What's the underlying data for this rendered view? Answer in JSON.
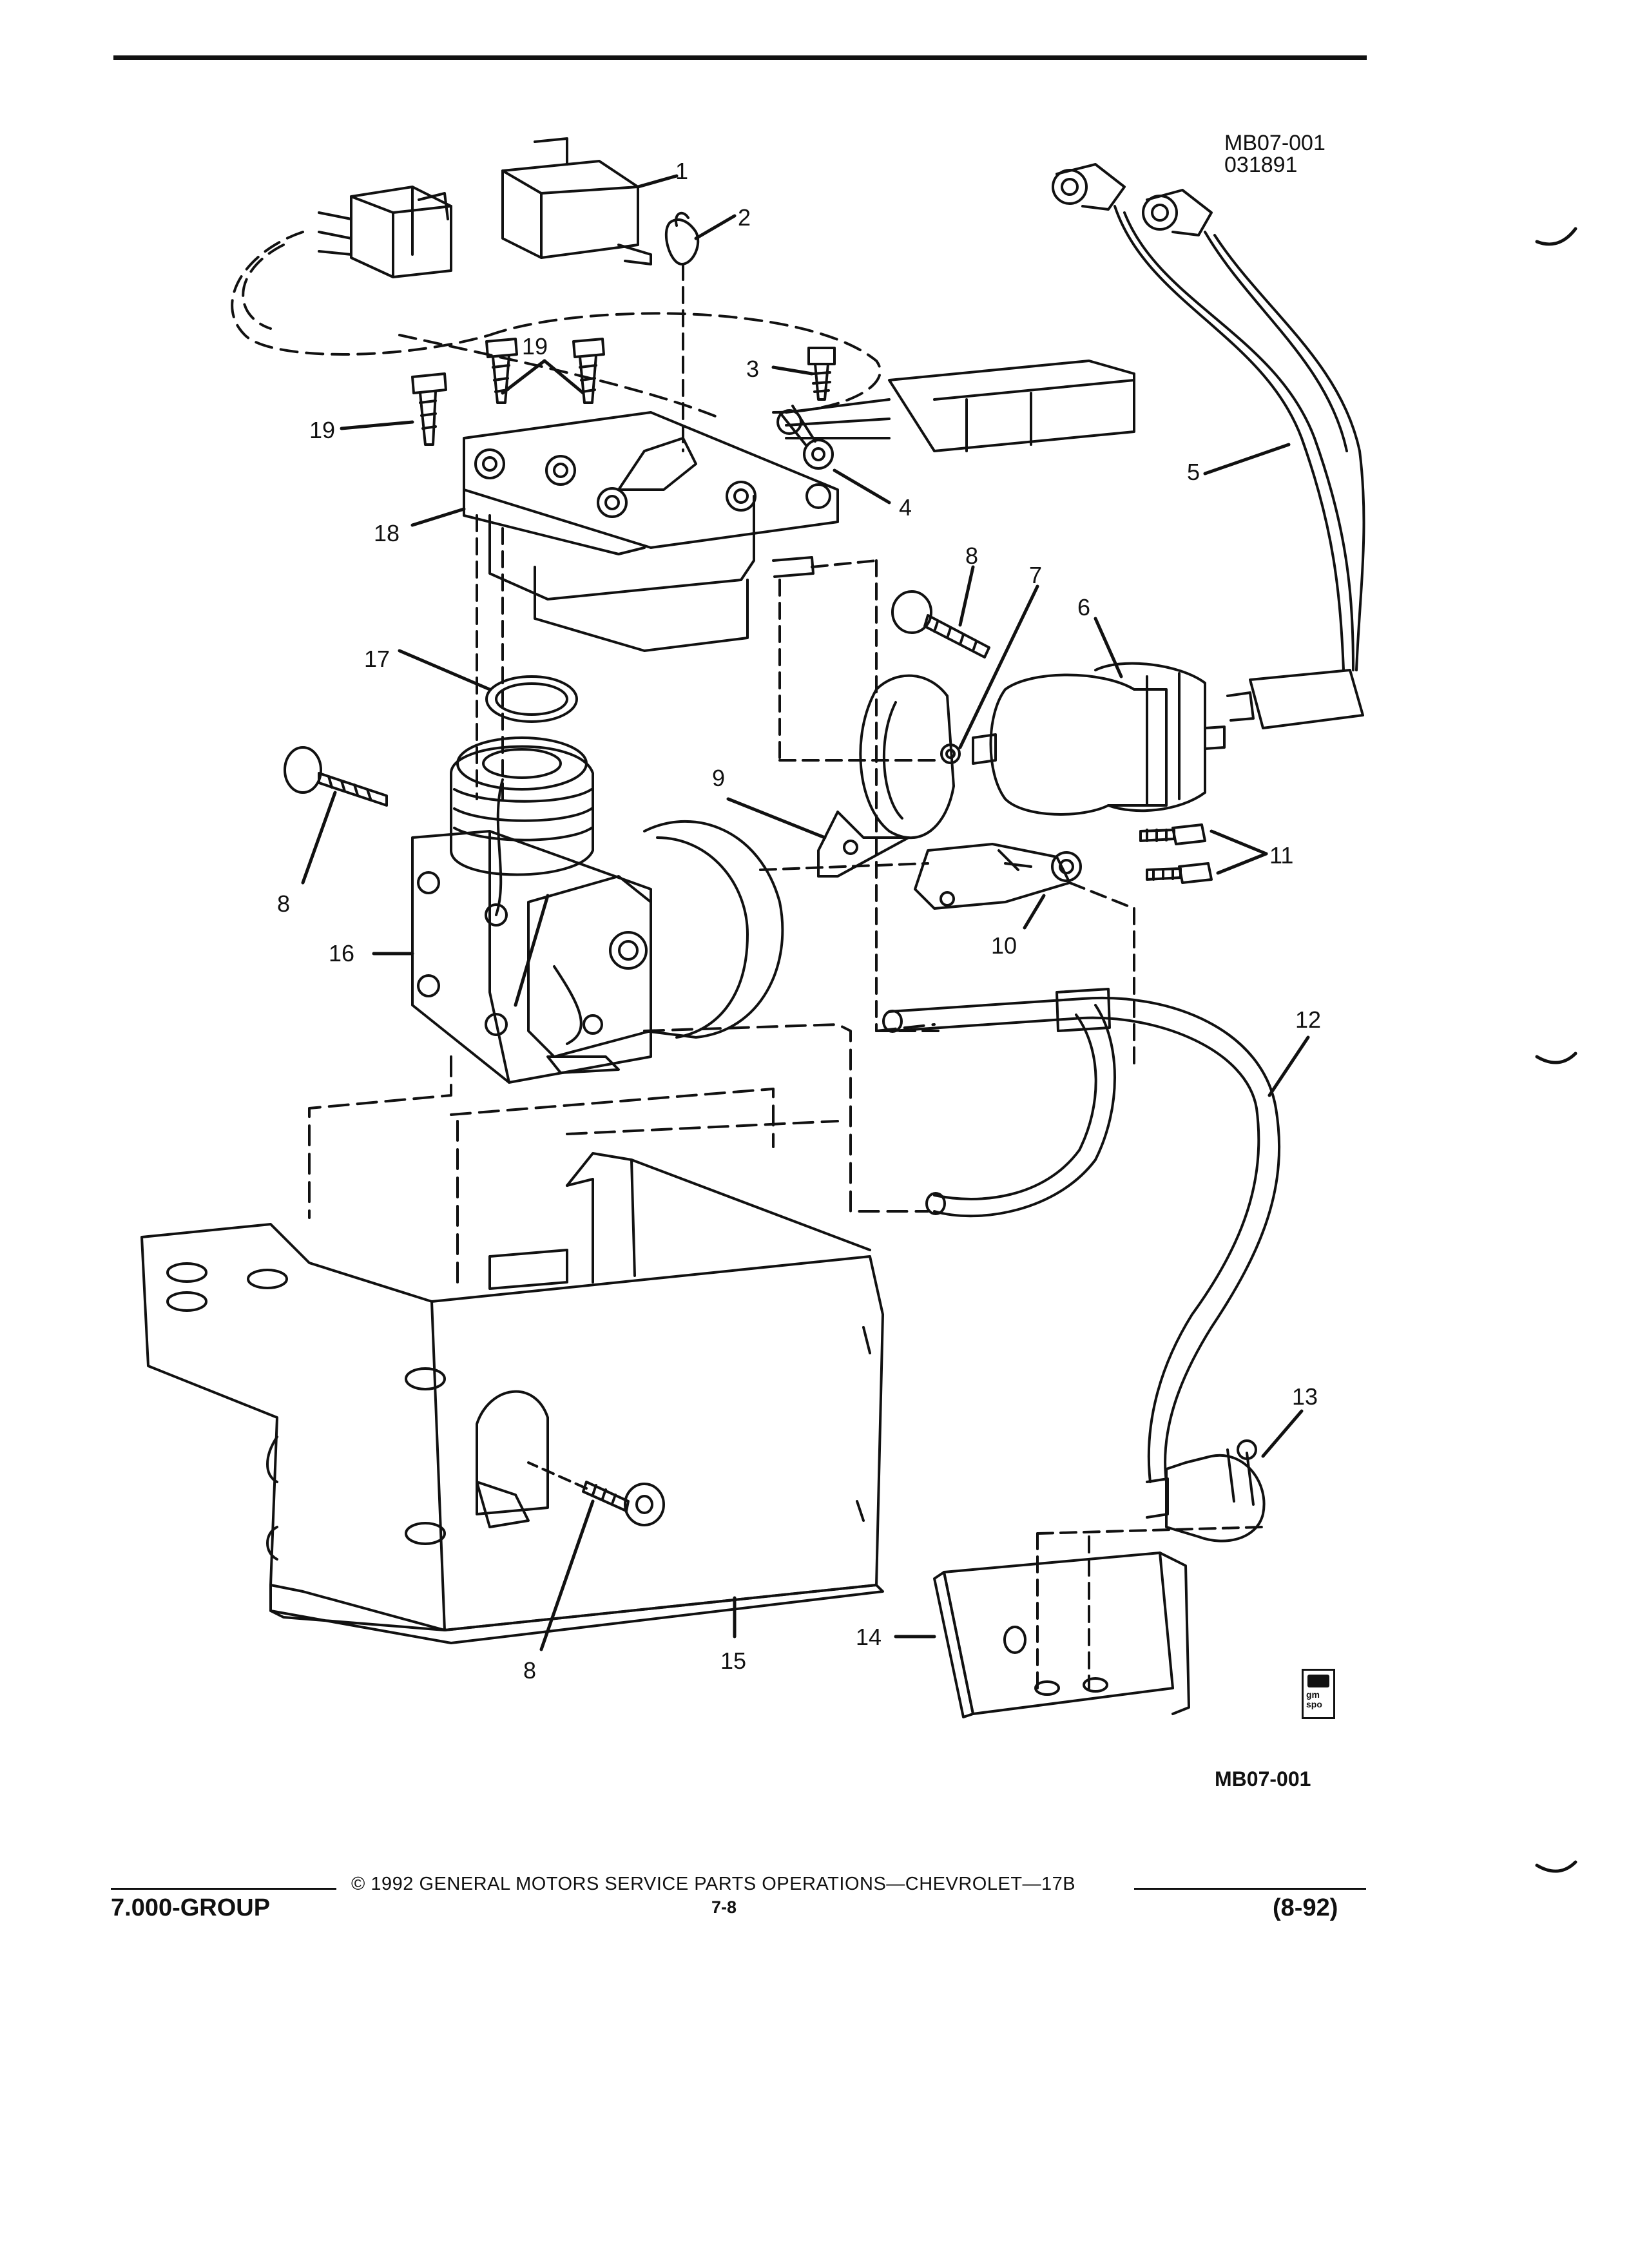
{
  "figure": {
    "code_top_line1": "MB07-001",
    "code_top_line2": "031891",
    "code_bottom": "MB07-001",
    "callouts": [
      "1",
      "2",
      "3",
      "4",
      "5",
      "6",
      "7",
      "8",
      "9",
      "10",
      "11",
      "12",
      "13",
      "14",
      "15",
      "16",
      "17",
      "18",
      "19"
    ],
    "callout_labels": {
      "c1": "1",
      "c2": "2",
      "c3": "3",
      "c4": "4",
      "c5": "5",
      "c6": "6",
      "c7": "7",
      "c8a": "8",
      "c8b": "8",
      "c8c": "8",
      "c9": "9",
      "c10": "10",
      "c11": "11",
      "c12": "12",
      "c13": "13",
      "c14": "14",
      "c15": "15",
      "c16": "16",
      "c17": "17",
      "c18": "18",
      "c19a": "19",
      "c19b": "19"
    }
  },
  "footer": {
    "group": "7.000-GROUP",
    "copyright": "© 1992 GENERAL MOTORS SERVICE PARTS OPERATIONS—CHEVROLET—17B",
    "page": "7-8",
    "date": "(8-92)"
  },
  "logo": {
    "text_line1": "gm",
    "text_line2": "spo"
  }
}
